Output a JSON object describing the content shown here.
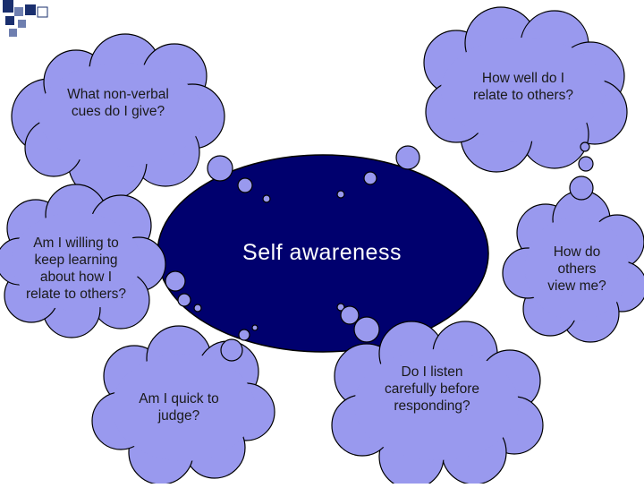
{
  "diagram": {
    "center_label": "Self awareness",
    "thoughts": [
      {
        "id": "nonverbal",
        "text": "What non-verbal\ncues do I give?"
      },
      {
        "id": "relate",
        "text": "How well do I\nrelate to others?"
      },
      {
        "id": "learning",
        "text": "Am I willing to\nkeep learning\nabout how I\nrelate to others?"
      },
      {
        "id": "view",
        "text": "How do\nothers\nview me?"
      },
      {
        "id": "judge",
        "text": "Am I quick to\njudge?"
      },
      {
        "id": "listen",
        "text": "Do I listen\ncarefully before\nresponding?"
      }
    ]
  },
  "colors": {
    "ellipse_fill": "#00006e",
    "cloud_fill": "#9999ee",
    "cloud_stroke": "#000000",
    "corner_square": "#1a2f6e"
  }
}
